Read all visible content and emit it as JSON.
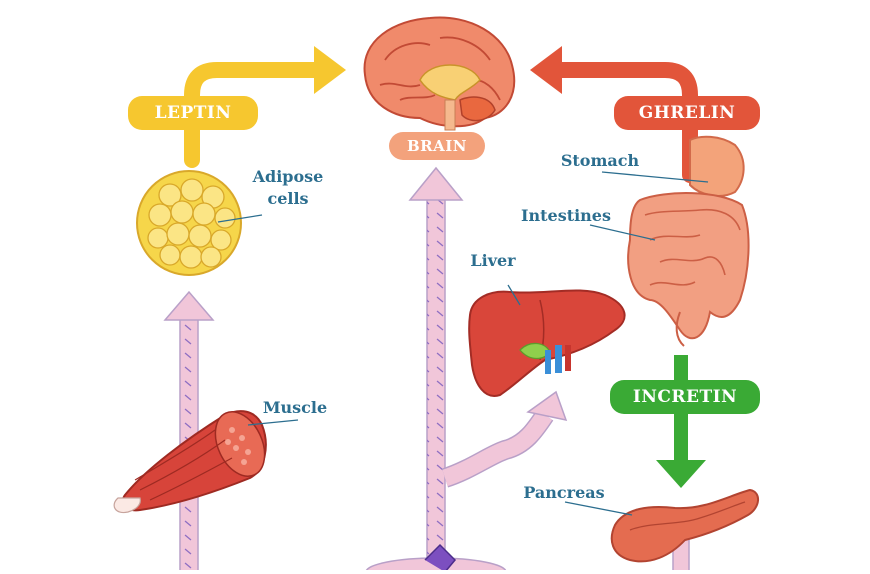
{
  "hormones": {
    "leptin": "LEPTIN",
    "ghrelin": "GHRELIN",
    "incretin": "INCRETIN"
  },
  "organs": {
    "brain": "BRAIN",
    "adipose_line1": "Adipose",
    "adipose_line2": "cells",
    "stomach": "Stomach",
    "intestines": "Intestines",
    "liver": "Liver",
    "muscle": "Muscle",
    "pancreas": "Pancreas"
  },
  "colors": {
    "leptin": "#f6c72f",
    "ghrelin": "#e2553a",
    "incretin": "#3aaa35",
    "brain": "#f3a27c",
    "blood_pathway": "#f1c6d9",
    "label_text": "#2c6e8f"
  }
}
